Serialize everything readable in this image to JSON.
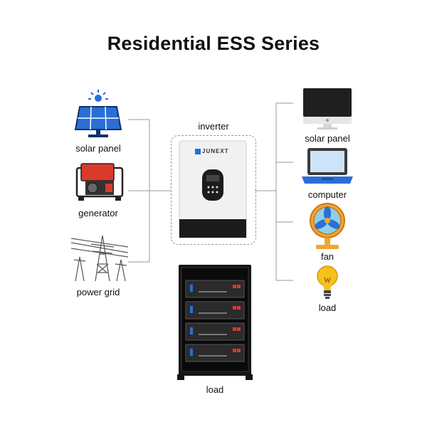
{
  "title": "Residential ESS Series",
  "inputs": [
    {
      "label": "solar panel",
      "icon": "solar-panel-icon"
    },
    {
      "label": "generator",
      "icon": "generator-icon"
    },
    {
      "label": "power grid",
      "icon": "power-grid-icon"
    }
  ],
  "center": {
    "inverter_label": "inverter",
    "brand": "JUNEXT",
    "battery_label": "load"
  },
  "outputs": [
    {
      "label": "solar panel",
      "icon": "monitor-icon"
    },
    {
      "label": "computer",
      "icon": "laptop-icon"
    },
    {
      "label": "fan",
      "icon": "fan-icon"
    },
    {
      "label": "load",
      "icon": "light-bulb-icon"
    }
  ],
  "colors": {
    "line": "#9a9a9a",
    "accent_blue": "#2a6fd6",
    "fan_orange": "#f2a531",
    "bulb_yellow": "#f5c21b",
    "generator_red": "#d93a2b"
  }
}
